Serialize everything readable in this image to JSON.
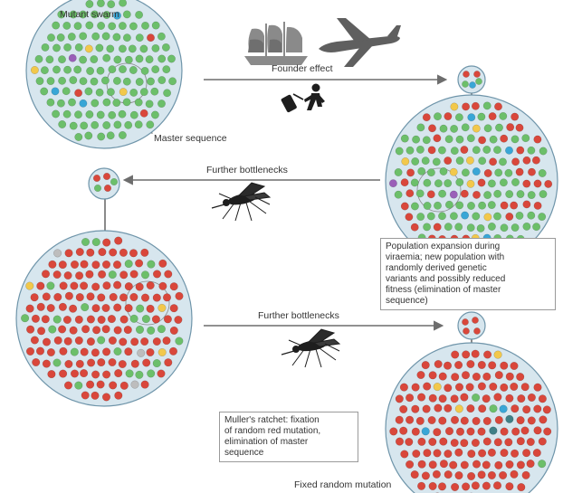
{
  "labels": {
    "mutant_swarm": "Mutant swarm",
    "master_sequence": "Master sequence",
    "founder_effect": "Founder effect",
    "further_bottlenecks_1": "Further bottlenecks",
    "further_bottlenecks_2": "Further bottlenecks",
    "population_expansion": "Population expansion during\nviraemia; new population with\nrandomly derived genetic\nvariants and possibly reduced\nfitness (elimination of master\nsequence)",
    "mullers_ratchet": "Muller's ratchet: fixation\nof random red mutation,\nelimination of master\nsequence",
    "fixed_random_mutation": "Fixed random mutation"
  },
  "icons": [
    "ship-icon",
    "airplane-icon",
    "traveller-icon",
    "mosquito-icon"
  ],
  "colors": {
    "green": "#6cbf6a",
    "red": "#d9473b",
    "yellow": "#f2c84b",
    "blue": "#39a6d6",
    "purple": "#9a5fb8",
    "gray": "#bdbdbd",
    "teal": "#3f7f86",
    "arrow": "#6d6d6d",
    "circle_fill": "#d7e6ee",
    "circle_stroke": "#6f95aa"
  },
  "populations": [
    {
      "name": "mutant-swarm",
      "composition": {
        "green": 0.92,
        "red": 0.02,
        "yellow": 0.02,
        "blue": 0.02,
        "purple": 0.02
      }
    },
    {
      "name": "founder-sample",
      "composition": {
        "red": 0.5,
        "green": 0.25,
        "blue": 0.25
      }
    },
    {
      "name": "expanded-population",
      "composition": {
        "green": 0.6,
        "red": 0.3,
        "yellow": 0.05,
        "blue": 0.03,
        "purple": 0.02
      }
    },
    {
      "name": "second-sample",
      "composition": {
        "red": 0.5,
        "green": 0.5
      }
    },
    {
      "name": "third-population",
      "composition": {
        "red": 0.8,
        "green": 0.16,
        "yellow": 0.02,
        "gray": 0.02
      }
    },
    {
      "name": "third-sample",
      "composition": {
        "red": 1.0
      }
    },
    {
      "name": "fixed-population",
      "composition": {
        "red": 0.94,
        "green": 0.02,
        "yellow": 0.02,
        "blue": 0.01,
        "teal": 0.01
      }
    }
  ]
}
